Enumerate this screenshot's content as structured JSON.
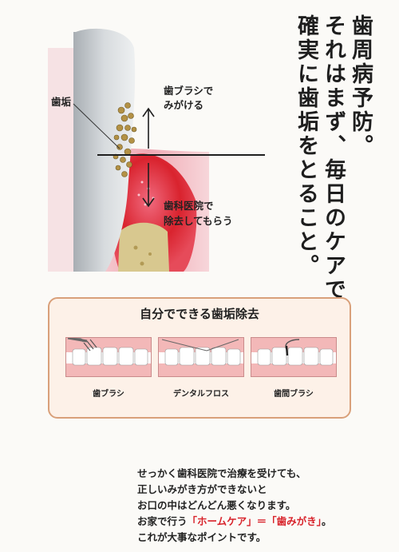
{
  "headline": {
    "col1": "歯周病予防。",
    "col2": "それはまず、毎日のケアで",
    "col3": "確実に歯垢をとること。"
  },
  "diagram": {
    "plaque_label": "歯垢",
    "brush_label_1": "歯ブラシで",
    "brush_label_2": "みがける",
    "dentist_label_1": "歯科医院で",
    "dentist_label_2": "除去してもらう"
  },
  "home_care": {
    "title": "自分でできる歯垢除去",
    "items": [
      {
        "caption": "歯ブラシ",
        "icon": "toothbrush-icon"
      },
      {
        "caption": "デンタルフロス",
        "icon": "dental-floss-icon"
      },
      {
        "caption": "歯間ブラシ",
        "icon": "interdental-brush-icon"
      }
    ]
  },
  "message": {
    "line1": "せっかく歯科医院で治療を受けても、",
    "line2": "正しいみがき方ができないと",
    "line3": "お口の中はどんどん悪くなります。",
    "line4_prefix": "お家で行う",
    "line4_home_care": "「ホームケア」",
    "line4_equals": "＝",
    "line4_brushing": "「歯みがき」",
    "line4_suffix": "。",
    "line5": "これが大事なポイントです。"
  },
  "colors": {
    "accent_red": "#d8222a",
    "panel_border": "#d9a07a",
    "panel_fill": "#fdf1e8",
    "gum_red": "#d9232e"
  }
}
